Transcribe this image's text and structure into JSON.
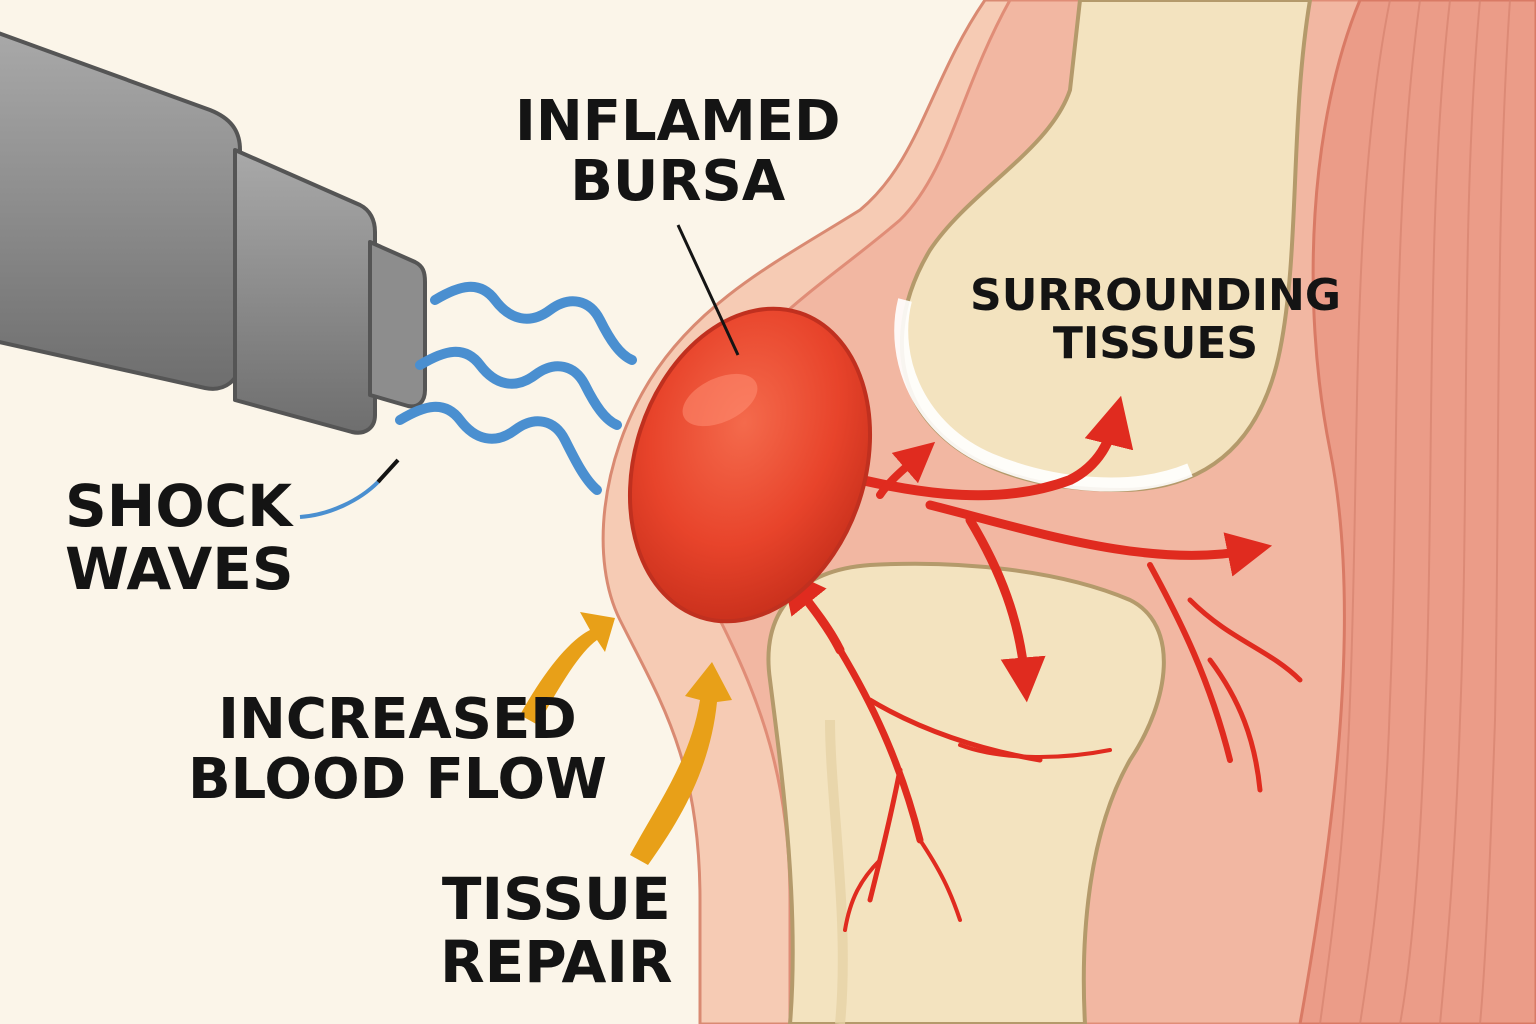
{
  "labels": {
    "inflamed_bursa": [
      "INFLAMED",
      "BURSA"
    ],
    "surrounding_tissues": [
      "SURROUNDING",
      "TISSUES"
    ],
    "shock_waves": [
      "SHOCK",
      "WAVES"
    ],
    "increased_blood_flow": [
      "INCREASED",
      "BLOOD FLOW"
    ],
    "tissue_repair": [
      "TISSUE",
      "REPAIR"
    ]
  },
  "icons": {
    "device": "shockwave-applicator-icon",
    "waves": "shock-wave-icon",
    "bursa": "bursa-icon",
    "vessels": "blood-vessel-icon",
    "flow_arrows": "orange-arrow-icon"
  },
  "colors": {
    "background": "#fbf5e9",
    "device": "#8a8a8a",
    "waves": "#4a8fd0",
    "bursa": "#e8442b",
    "vessels": "#e02b1f",
    "flow_arrows": "#e8a018",
    "bone": "#f3e3bf",
    "soft_tissue": "#f2b7a2"
  }
}
